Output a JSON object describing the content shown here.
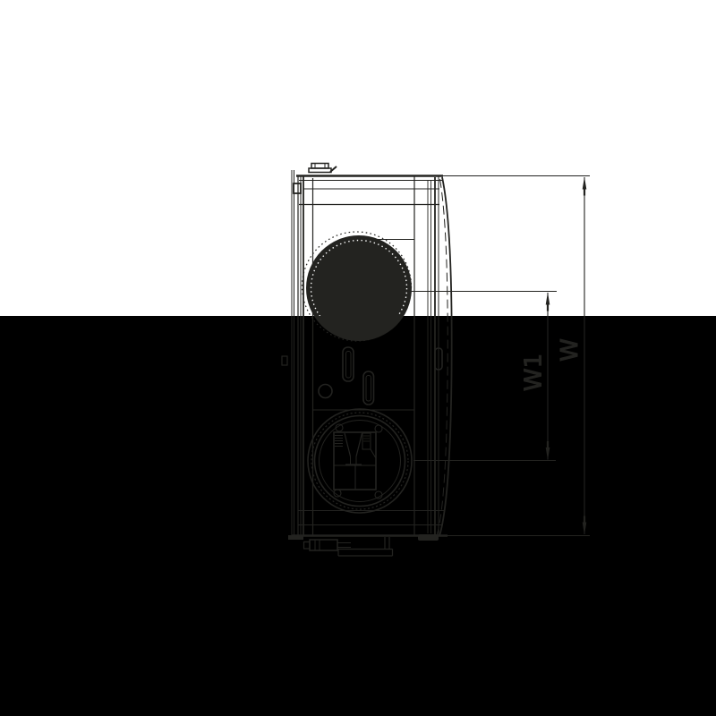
{
  "page": {
    "colors": {
      "background_top": "#ffffff",
      "background_bottom": "#000000",
      "line": "#232320"
    }
  },
  "diagram": {
    "kind": "appliance side-view dimension drawing",
    "labels": {
      "w": "W",
      "w1": "W1"
    }
  }
}
